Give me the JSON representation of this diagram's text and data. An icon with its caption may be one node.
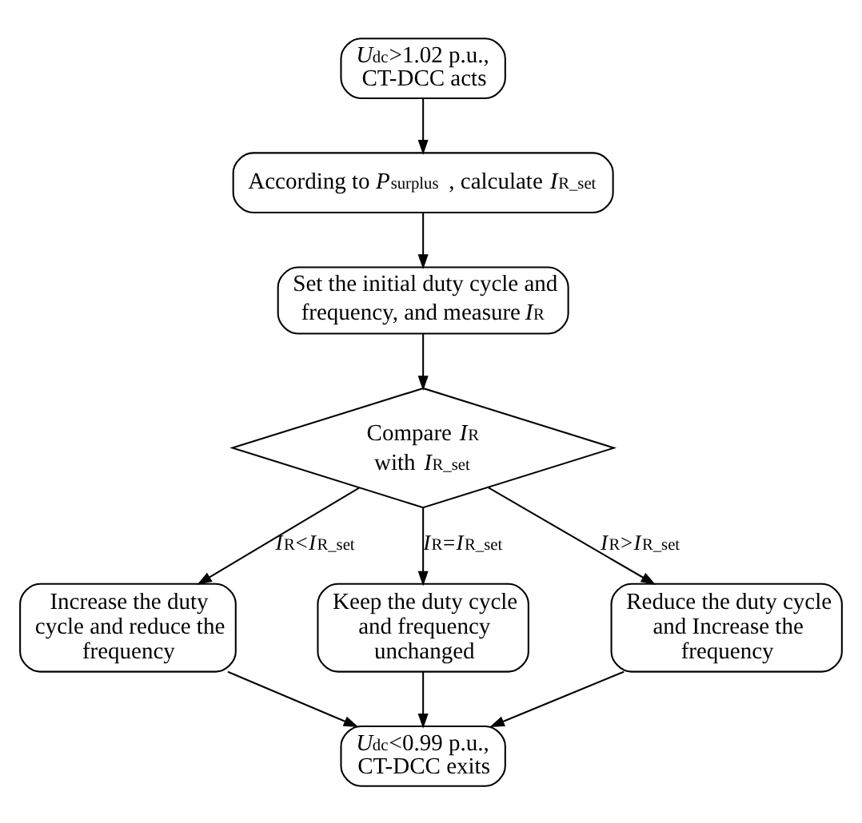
{
  "diagram": {
    "nodes": [
      {
        "text": [
          "*U*$_{dc}$>1.02 p.u., CT-DCC acts"
        ]
      },
      {
        "text": [
          "According to *P*$_{surplus}$ , calculate *I*$_{R_set}$"
        ]
      },
      {
        "text": [
          "Set the initial duty cycle and frequency, and measure *I*$_{R}$"
        ]
      },
      {
        "text": [
          "Compare *I*$_{R}$ with *I*$_{R_set}$"
        ]
      },
      {
        "text": [
          "Increase the duty cycle and reduce the frequency"
        ]
      },
      {
        "text": [
          "Keep the duty cycle and frequency unchanged"
        ]
      },
      {
        "text": [
          "Reduce the duty cycle and Increase the frequency"
        ]
      },
      {
        "text": [
          "*U*$_{dc}$<0.99 p.u., CT-DCC exits"
        ]
      }
    ],
    "edges": [
      {
        "from": 0,
        "to": 1,
        "arrow": "to"
      },
      {
        "from": 1,
        "to": 2,
        "arrow": "to"
      },
      {
        "from": 2,
        "to": 3,
        "arrow": "to"
      },
      {
        "from": 3,
        "to": 4,
        "arrow": "to",
        "label": "*I*$_{R}$<*I*$_{R_set}$"
      },
      {
        "from": 3,
        "to": 5,
        "arrow": "to",
        "label": "*I*$_{R}$=*I*$_{R_set}$"
      },
      {
        "from": 3,
        "to": 6,
        "arrow": "to",
        "label": "*I*$_{R}$>*I*$_{R_set}$"
      },
      {
        "from": 4,
        "to": 7,
        "arrow": "to"
      },
      {
        "from": 5,
        "to": 7,
        "arrow": "to"
      },
      {
        "from": 6,
        "to": 7,
        "arrow": "to"
      }
    ]
  }
}
